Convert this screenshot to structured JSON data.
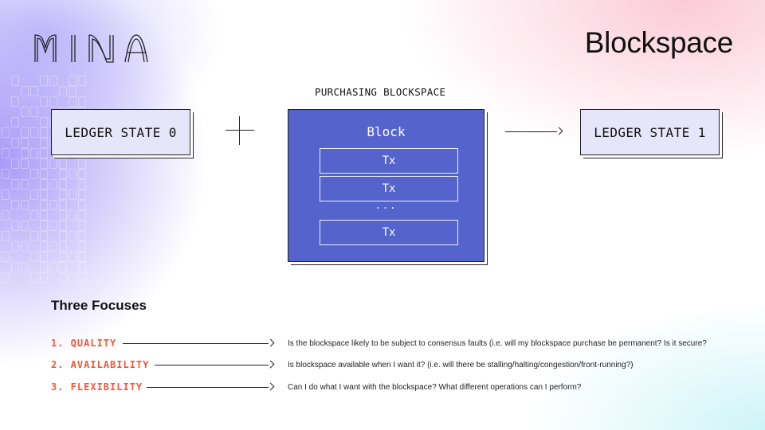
{
  "header": {
    "logo_text": "MINA",
    "title": "Blockspace"
  },
  "diagram": {
    "caption": "PURCHASING BLOCKSPACE",
    "left_state": "LEDGER STATE 0",
    "right_state": "LEDGER STATE 1",
    "block": {
      "label": "Block",
      "tx_items": [
        "Tx",
        "Tx",
        "Tx"
      ],
      "ellipsis": "..."
    }
  },
  "focuses": {
    "heading": "Three Focuses",
    "items": [
      {
        "label": "1. QUALITY",
        "description": "Is the blockspace likely to be subject to consensus faults (i.e. will my blockspace purchase be permanent? Is it secure?"
      },
      {
        "label": "2. AVAILABILITY",
        "description": "Is blockspace available when I want it? (i.e. will there be stalling/halting/congestion/front-running?)"
      },
      {
        "label": "3. FLEXIBILITY",
        "description": "Can I do what I want with the blockspace? What different operations can I perform?"
      }
    ]
  },
  "colors": {
    "accent": "#f0573a",
    "block": "#5563cc",
    "state_box": "#e6e6fb"
  }
}
